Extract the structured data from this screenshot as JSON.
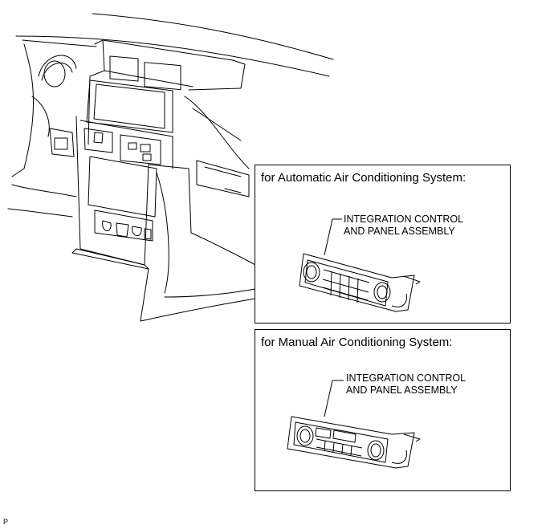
{
  "panels": [
    {
      "title": "for Automatic Air Conditioning System:",
      "callout": [
        "INTEGRATION CONTROL",
        "AND PANEL ASSEMBLY"
      ]
    },
    {
      "title": "for Manual Air Conditioning System:",
      "callout": [
        "INTEGRATION CONTROL",
        "AND PANEL ASSEMBLY"
      ]
    }
  ],
  "figure_code": "P",
  "line_color": "#000000"
}
